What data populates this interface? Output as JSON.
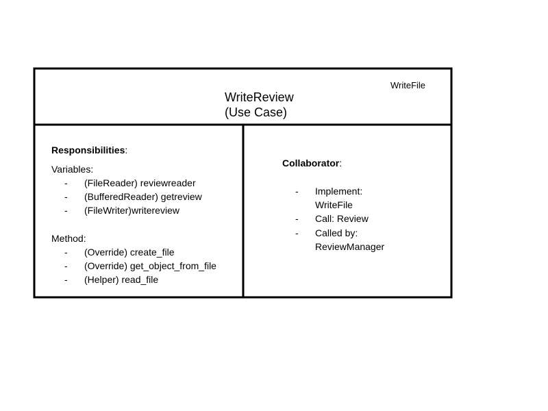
{
  "card": {
    "tag": "WriteFile",
    "title_line1": "WriteReview",
    "title_line2": "(Use Case)"
  },
  "responsibilities": {
    "heading": "Responsibilities",
    "heading_suffix": ":",
    "variables_label": "Variables:",
    "variables": [
      "(FileReader) reviewreader",
      "(BufferedReader) getreview",
      "(FileWriter)writereview"
    ],
    "method_label": "Method:",
    "methods": [
      "(Override) create_file",
      "(Override) get_object_from_file",
      "(Helper) read_file"
    ]
  },
  "collaborator": {
    "heading": "Collaborator",
    "heading_suffix": ":",
    "items": [
      [
        "Implement:",
        "WriteFile"
      ],
      [
        "Call: Review"
      ],
      [
        "Called by:",
        "ReviewManager"
      ]
    ]
  }
}
